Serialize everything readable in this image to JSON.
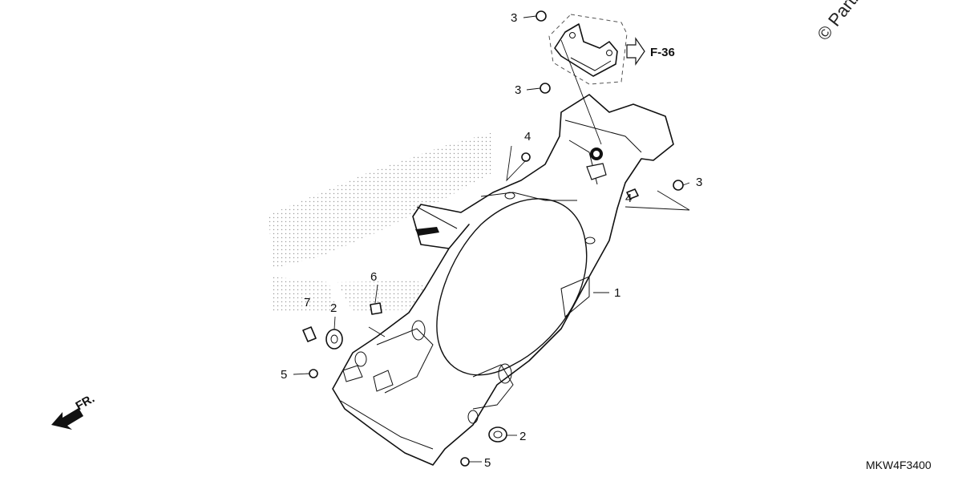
{
  "diagram": {
    "watermark": "© Partz",
    "ref_arrow_label": "F-36",
    "front_label": "FR.",
    "drawing_code": "MKW4F3400",
    "callouts": [
      {
        "id": "1",
        "text": "1"
      },
      {
        "id": "2a",
        "text": "2"
      },
      {
        "id": "2b",
        "text": "2"
      },
      {
        "id": "3a",
        "text": "3"
      },
      {
        "id": "3b",
        "text": "3"
      },
      {
        "id": "3c",
        "text": "3"
      },
      {
        "id": "4a",
        "text": "4"
      },
      {
        "id": "4b",
        "text": "4"
      },
      {
        "id": "5a",
        "text": "5"
      },
      {
        "id": "5b",
        "text": "5"
      },
      {
        "id": "6",
        "text": "6"
      },
      {
        "id": "7",
        "text": "7"
      }
    ]
  }
}
